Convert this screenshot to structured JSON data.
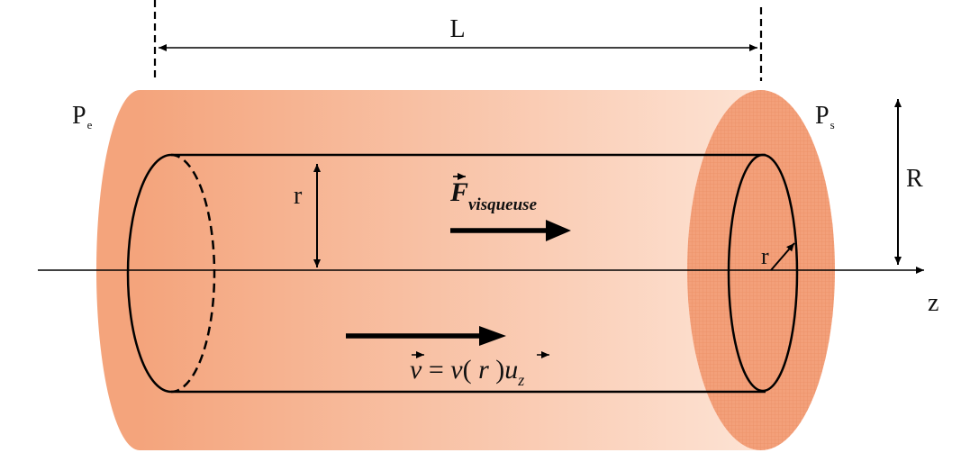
{
  "labels": {
    "length": "L",
    "radius_outer": "R",
    "radius_inner_left": "r",
    "radius_inner_right": "r",
    "axis": "z",
    "pressure_in_base": "P",
    "pressure_in_sub": "e",
    "pressure_out_base": "P",
    "pressure_out_sub": "s"
  },
  "force_label": {
    "symbol": "F",
    "subscript": "visqueuse"
  },
  "velocity_label": {
    "lhs": "v",
    "equals": " = ",
    "func": "v",
    "open_paren": "( ",
    "arg": "r",
    "close_paren": " )",
    "unit_vector": "u",
    "unit_sub": "z"
  },
  "colors": {
    "tube_dark": "#f4a47c",
    "tube_light": "#fde3d4",
    "end_face": "#f3a07a",
    "end_grid": "#ec8f66",
    "ink": "#000000"
  }
}
